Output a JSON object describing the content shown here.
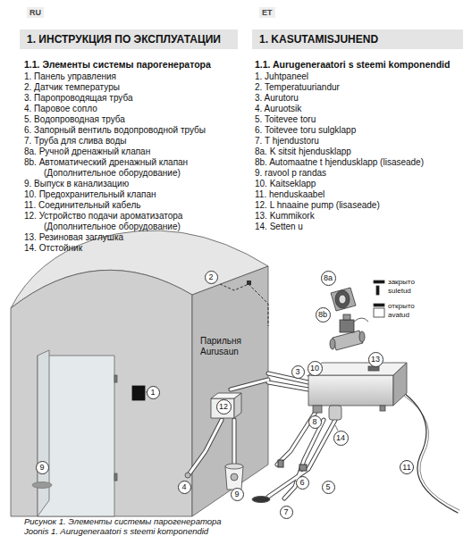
{
  "diagram": {
    "caption": "Рисунок 1. Элементы системы парогенератора",
    "nodes": [
      {
        "text": [
          "1. ИНСТРУКЦИЯ ПО ЭКСПЛУАТАЦИИ"
        ]
      },
      {
        "text": [
          "1. KASUTAMISJUHEND"
        ]
      },
      {
        "text": [
          "Парильня",
          "Aurusaun"
        ]
      },
      {
        "text": [
          "2"
        ]
      },
      {
        "text": [
          "8a"
        ]
      },
      {
        "text": [
          "8b"
        ]
      },
      {
        "text": [
          "13"
        ]
      },
      {
        "text": [
          "3"
        ]
      },
      {
        "text": [
          "10"
        ]
      },
      {
        "text": [
          "1"
        ]
      },
      {
        "text": [
          "12"
        ]
      },
      {
        "text": [
          "8"
        ]
      },
      {
        "text": [
          "14"
        ]
      },
      {
        "text": [
          "9"
        ]
      },
      {
        "text": [
          "4"
        ]
      },
      {
        "text": [
          "11"
        ]
      },
      {
        "text": [
          "6"
        ]
      },
      {
        "text": [
          "5"
        ]
      },
      {
        "text": [
          "9"
        ]
      },
      {
        "text": [
          "7"
        ]
      }
    ],
    "labels": [
      "RU",
      "ET",
      "1.1. Элементы системы парогенератора",
      "1. Панель управления",
      "2. Датчик температуры",
      "3. Паропроводящая труба",
      "4. Паровое сопло",
      "5. Водопроводная труба",
      "6. Запорный вентиль водопроводной трубы",
      "7. Труба для слива воды",
      "8a. Ручной дренажный клапан",
      "8b. Автоматический дренажный клапан (Дополнительное оборудование)",
      "9. Выпуск в канализацию",
      "10. Предохранительный клапан",
      "11. Соединительный кабель",
      "12. Устройство подачи ароматизатора (Дополнительное оборудование)",
      "13. Резиновая заглушка",
      "14. Отстойник",
      "1.1. Aurugeneraatori s steemi komponendid",
      "1. Juhtpaneel",
      "2. Temperatuuriandur",
      "3. Aurutoru",
      "4. Auruotsik",
      "5. Toitevee toru",
      "6. Toitevee toru sulgklapp",
      "7. T hjendustoru",
      "8a. K sitsit hjendusklapp",
      "8b. Automaatne t hjendusklapp (lisaseade)",
      "9. ravool p randas",
      "10. Kaitseklapp",
      "11. henduskaabel",
      "12. L hnaaine pump (lisaseade)",
      "13. Kummikork",
      "14. Setten u",
      "закрыто",
      "suletud",
      "открыто",
      "avatud",
      "Joonis 1. Aurugeneraatori s steemi komponendid"
    ]
  }
}
